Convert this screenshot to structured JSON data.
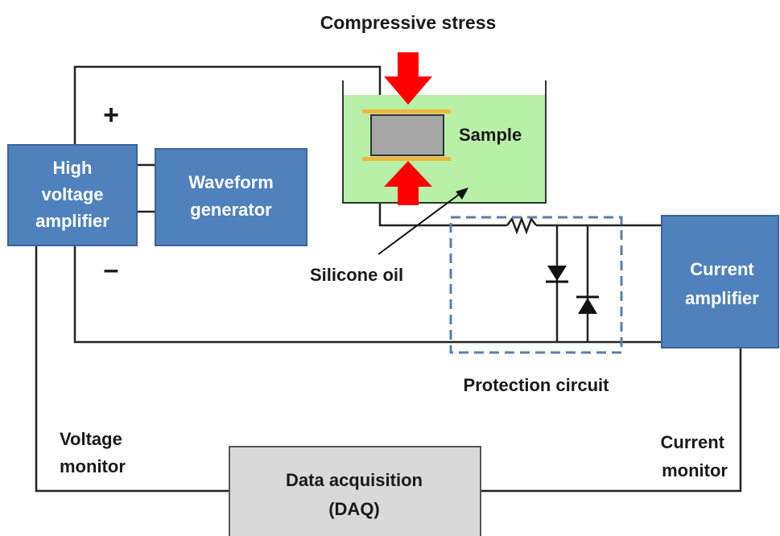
{
  "title": "Compressive stress",
  "blocks": {
    "hv_amp": [
      "High",
      "voltage",
      "amplifier"
    ],
    "waveform": [
      "Waveform",
      "generator"
    ],
    "current_amp": [
      "Current",
      "amplifier"
    ],
    "daq": [
      "Data acquisition",
      "(DAQ)"
    ]
  },
  "labels": {
    "sample": "Sample",
    "silicone_oil": "Silicone oil",
    "protection_circuit": "Protection circuit",
    "voltage_monitor": [
      "Voltage",
      "monitor"
    ],
    "current_monitor": [
      "Current",
      "monitor"
    ],
    "plus": "+",
    "minus": "–"
  },
  "colors": {
    "block_fill": "#4f81bd",
    "block_stroke": "#3a6496",
    "daq_fill": "#d9d9d9",
    "oil": "#b8f0a8",
    "electrode": "#f0b73c",
    "arrow": "#ff0000",
    "sample": "#a6a6a6",
    "dashed_box": "#5a7fa8"
  }
}
